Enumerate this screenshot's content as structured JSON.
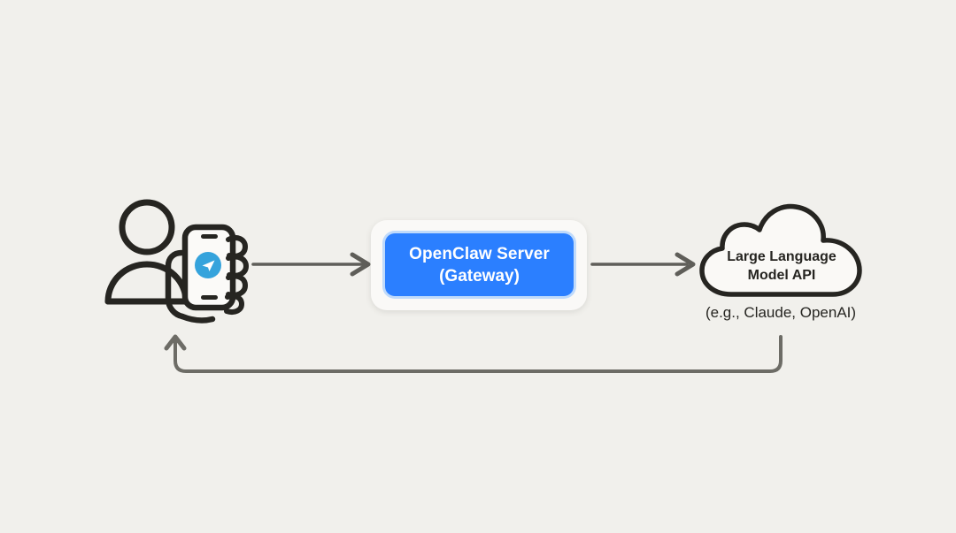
{
  "diagram": {
    "title": "OpenClaw gateway architecture flow",
    "background_color": "#f1f0ec",
    "nodes": {
      "user": {
        "icon": "user-with-phone-icon",
        "app_icon": "telegram-icon",
        "app_icon_color": "#35a3dc"
      },
      "gateway": {
        "line1": "OpenClaw Server",
        "line2": "(Gateway)",
        "box_color": "#2b7fff",
        "text_color": "#ffffff"
      },
      "llm": {
        "line1": "Large Language",
        "line2": "Model API",
        "caption": "(e.g., Claude, OpenAI)",
        "shape": "cloud",
        "stroke_color": "#262521"
      }
    },
    "connectors": {
      "user_to_gateway": {
        "label": "",
        "color": "#5f5e59",
        "direction": "right"
      },
      "gateway_to_llm": {
        "label": "",
        "color": "#5f5e59",
        "direction": "right"
      },
      "llm_to_user_return": {
        "label": "",
        "color": "#6d6c66",
        "direction": "up"
      }
    }
  }
}
